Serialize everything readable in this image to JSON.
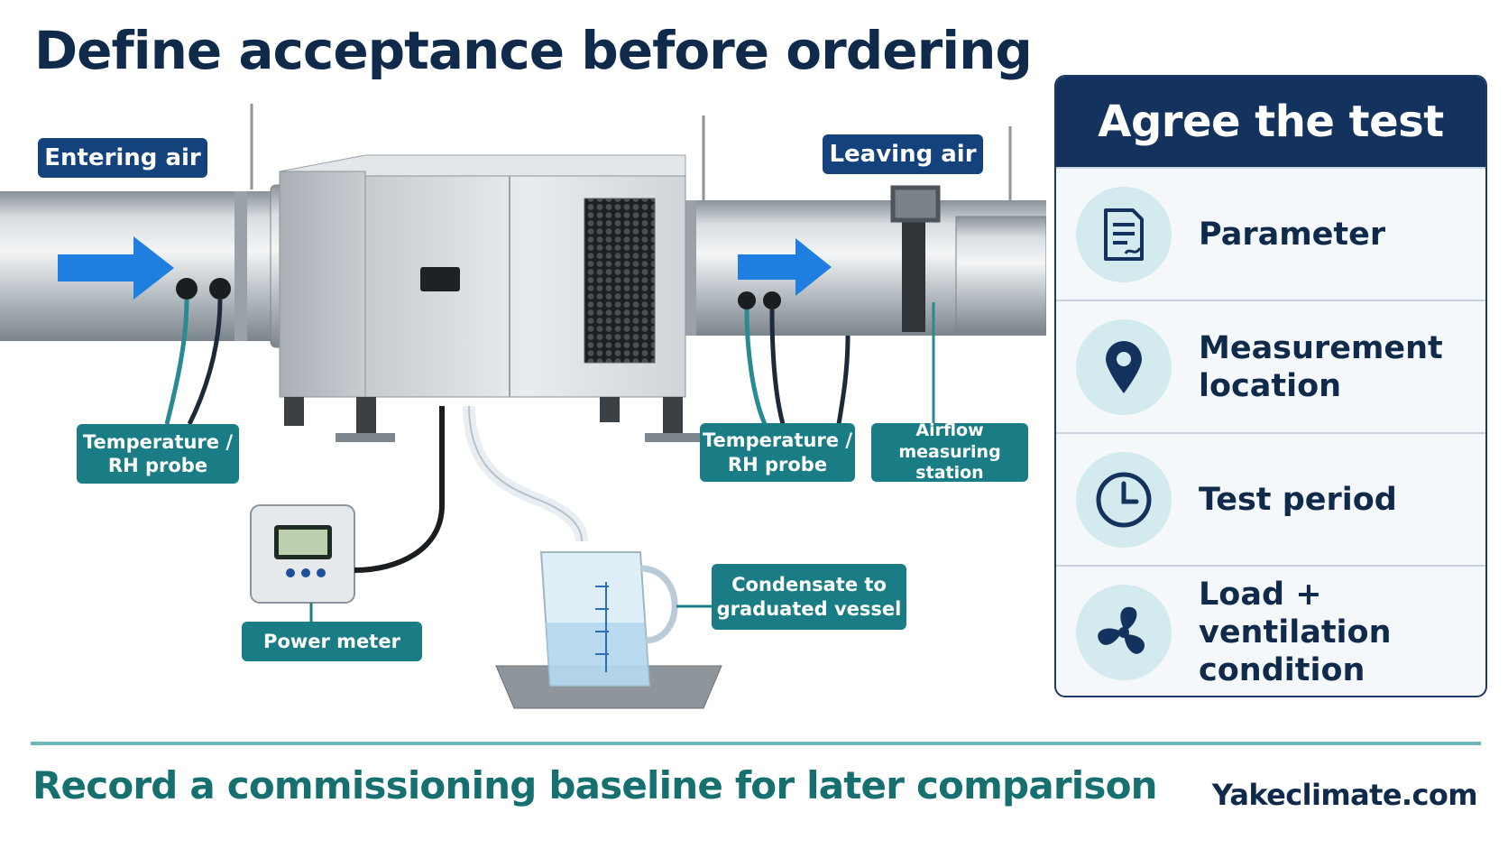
{
  "title": "Define acceptance before ordering",
  "labels": {
    "entering_air": "Entering air",
    "leaving_air": "Leaving air",
    "probe_left": "Temperature /\nRH probe",
    "probe_right": "Temperature /\nRH probe",
    "airflow_station": "Airflow\nmeasuring station",
    "power_meter": "Power meter",
    "condensate": "Condensate to\ngraduated vessel"
  },
  "panel": {
    "heading": "Agree the test",
    "items": [
      {
        "label": "Parameter",
        "icon": "document-icon"
      },
      {
        "label": "Measurement\nlocation",
        "icon": "location-pin-icon"
      },
      {
        "label": "Test period",
        "icon": "clock-icon"
      },
      {
        "label": "Load + ventilation\ncondition",
        "icon": "fan-icon"
      }
    ]
  },
  "footer": "Record a commissioning baseline for later comparison",
  "site": "Yakeclimate.com",
  "colors": {
    "navy": "#13335e",
    "label_navy": "#13427d",
    "teal": "#1a7d85",
    "footer_teal": "#16706f",
    "arrow_blue": "#1e7fe0"
  }
}
